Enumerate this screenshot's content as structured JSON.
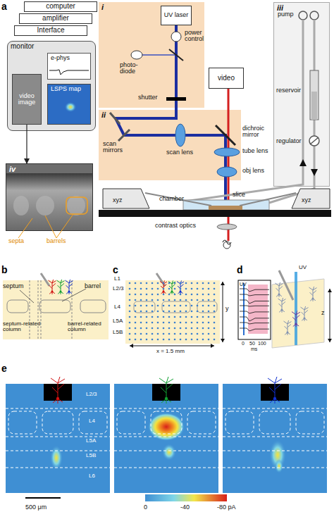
{
  "diagram": {
    "nodes": [
      {
        "text": [
          "computer"
        ]
      },
      {
        "text": [
          "amplifier"
        ]
      },
      {
        "text": [
          "Interface"
        ]
      },
      {
        "text": [
          "monitor"
        ]
      },
      {
        "text": [
          "e-phys"
        ],
        "in": 3
      },
      {
        "text": [
          "video image"
        ],
        "in": 3
      },
      {
        "text": [
          "LSPS map"
        ],
        "in": 3
      },
      {
        "text": [
          "i"
        ]
      },
      {
        "text": [
          "UV laser"
        ],
        "in": 7
      },
      {
        "text": [
          "video"
        ]
      },
      {
        "text": [
          "ii"
        ]
      },
      {
        "text": [
          "iii"
        ]
      },
      {
        "text": [
          "iv"
        ]
      }
    ],
    "edges": [
      {
        "from": 5,
        "to": 12,
        "arrow": "to"
      }
    ],
    "labels": [
      "a",
      "power control",
      "photo-diode",
      "shutter",
      "scan mirrors",
      "scan lens",
      "dichroic mirror",
      "tube lens",
      "obj lens",
      "pump",
      "reservoir",
      "regulator",
      "chamber",
      "slice",
      "xyz",
      "xyz",
      "contrast optics",
      "septa",
      "barrels",
      "b",
      "septum",
      "barrel",
      "septum-related column",
      "barrel-related column",
      "c",
      "L1",
      "L2/3",
      "L4",
      "L5A",
      "L5B",
      "x = 1.5 mm",
      "y",
      "d",
      "UV",
      "UV",
      "0",
      "50",
      "100",
      "ms",
      "z",
      "e",
      "L2/3",
      "L4",
      "L5A",
      "L5B",
      "L6",
      "500 μm",
      "0",
      "-40",
      "-80 pA"
    ]
  }
}
